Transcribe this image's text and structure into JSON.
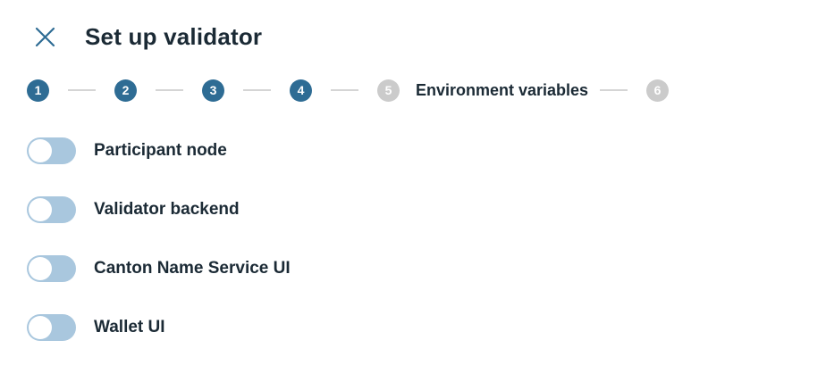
{
  "header": {
    "title": "Set up validator",
    "close_icon": "x"
  },
  "stepper": {
    "steps": [
      {
        "number": "1",
        "state": "done"
      },
      {
        "number": "2",
        "state": "done"
      },
      {
        "number": "3",
        "state": "done"
      },
      {
        "number": "4",
        "state": "done"
      },
      {
        "number": "5",
        "state": "current",
        "label": "Environment variables"
      },
      {
        "number": "6",
        "state": "upcoming"
      }
    ]
  },
  "toggles": [
    {
      "label": "Participant node",
      "state": "off"
    },
    {
      "label": "Validator backend",
      "state": "off"
    },
    {
      "label": "Canton Name Service UI",
      "state": "off"
    },
    {
      "label": "Wallet UI",
      "state": "off"
    }
  ],
  "colors": {
    "primary_blue": "#2e6c94",
    "inactive_gray": "#cbcbcb",
    "connector_gray": "#d5d5d5",
    "toggle_track": "#a9c7de",
    "toggle_knob": "#ffffff",
    "text_dark": "#1b2a35",
    "bg": "#ffffff"
  }
}
